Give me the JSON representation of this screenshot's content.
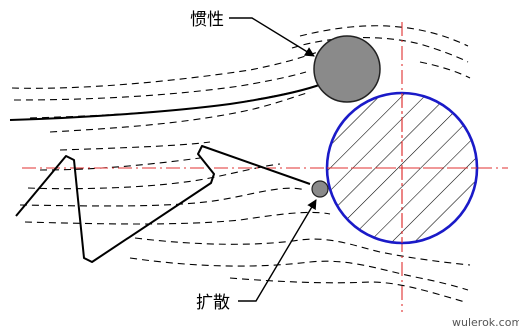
{
  "labels": {
    "inertia": "惯性",
    "diffusion": "扩散"
  },
  "watermark": "wulerok.com",
  "colors": {
    "collector_stroke": "#1a1ac8",
    "centerline": "#e03030",
    "particle_fill": "#8a8a8a",
    "line": "#000000"
  }
}
